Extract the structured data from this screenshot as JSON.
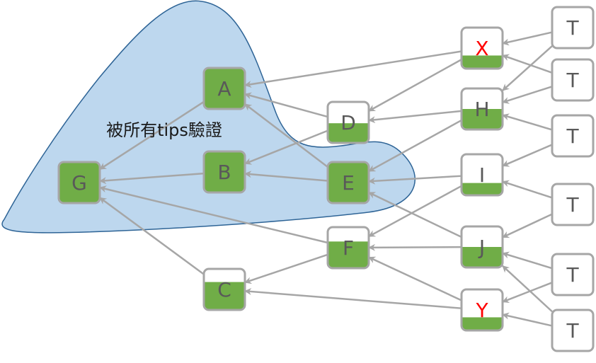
{
  "diagram": {
    "region": {
      "label": "被所有tips驗證",
      "fill": "#bdd7ee",
      "stroke": "#2e6496"
    },
    "colors": {
      "node_fill": "#70ad47",
      "node_border": "#a6a6a6",
      "edge": "#a6a6a6",
      "text": "#595959",
      "highlight_text": "#ff0000"
    },
    "nodes": [
      {
        "id": "A",
        "label": "A",
        "confirmation": 1.0,
        "highlight": false
      },
      {
        "id": "B",
        "label": "B",
        "confirmation": 1.0,
        "highlight": false
      },
      {
        "id": "G",
        "label": "G",
        "confirmation": 1.0,
        "highlight": false
      },
      {
        "id": "C",
        "label": "C",
        "confirmation": 0.68,
        "highlight": false
      },
      {
        "id": "D",
        "label": "D",
        "confirmation": 0.48,
        "highlight": false
      },
      {
        "id": "E",
        "label": "E",
        "confirmation": 1.0,
        "highlight": false
      },
      {
        "id": "F",
        "label": "F",
        "confirmation": 0.65,
        "highlight": false
      },
      {
        "id": "X",
        "label": "X",
        "confirmation": 0.32,
        "highlight": true
      },
      {
        "id": "H",
        "label": "H",
        "confirmation": 0.5,
        "highlight": false
      },
      {
        "id": "I",
        "label": "I",
        "confirmation": 0.3,
        "highlight": false
      },
      {
        "id": "J",
        "label": "J",
        "confirmation": 0.5,
        "highlight": false
      },
      {
        "id": "Y",
        "label": "Y",
        "confirmation": 0.32,
        "highlight": true
      },
      {
        "id": "T1",
        "label": "T",
        "confirmation": 0,
        "highlight": false
      },
      {
        "id": "T2",
        "label": "T",
        "confirmation": 0,
        "highlight": false
      },
      {
        "id": "T3",
        "label": "T",
        "confirmation": 0,
        "highlight": false
      },
      {
        "id": "T4",
        "label": "T",
        "confirmation": 0,
        "highlight": false
      },
      {
        "id": "T5",
        "label": "T",
        "confirmation": 0,
        "highlight": false
      },
      {
        "id": "T6",
        "label": "T",
        "confirmation": 0,
        "highlight": false
      }
    ],
    "edges": [
      [
        "A",
        "G"
      ],
      [
        "B",
        "G"
      ],
      [
        "F",
        "G"
      ],
      [
        "C",
        "G"
      ],
      [
        "D",
        "A"
      ],
      [
        "E",
        "A"
      ],
      [
        "X",
        "A"
      ],
      [
        "D",
        "B"
      ],
      [
        "E",
        "B"
      ],
      [
        "X",
        "D"
      ],
      [
        "H",
        "D"
      ],
      [
        "H",
        "E"
      ],
      [
        "I",
        "E"
      ],
      [
        "J",
        "E"
      ],
      [
        "I",
        "F"
      ],
      [
        "J",
        "F"
      ],
      [
        "Y",
        "F"
      ],
      [
        "F",
        "C"
      ],
      [
        "Y",
        "C"
      ],
      [
        "T1",
        "X"
      ],
      [
        "T2",
        "X"
      ],
      [
        "T1",
        "H"
      ],
      [
        "T2",
        "H"
      ],
      [
        "T3",
        "H"
      ],
      [
        "T3",
        "I"
      ],
      [
        "T4",
        "I"
      ],
      [
        "T4",
        "J"
      ],
      [
        "T5",
        "J"
      ],
      [
        "T6",
        "J"
      ],
      [
        "T5",
        "Y"
      ],
      [
        "T6",
        "Y"
      ]
    ]
  }
}
